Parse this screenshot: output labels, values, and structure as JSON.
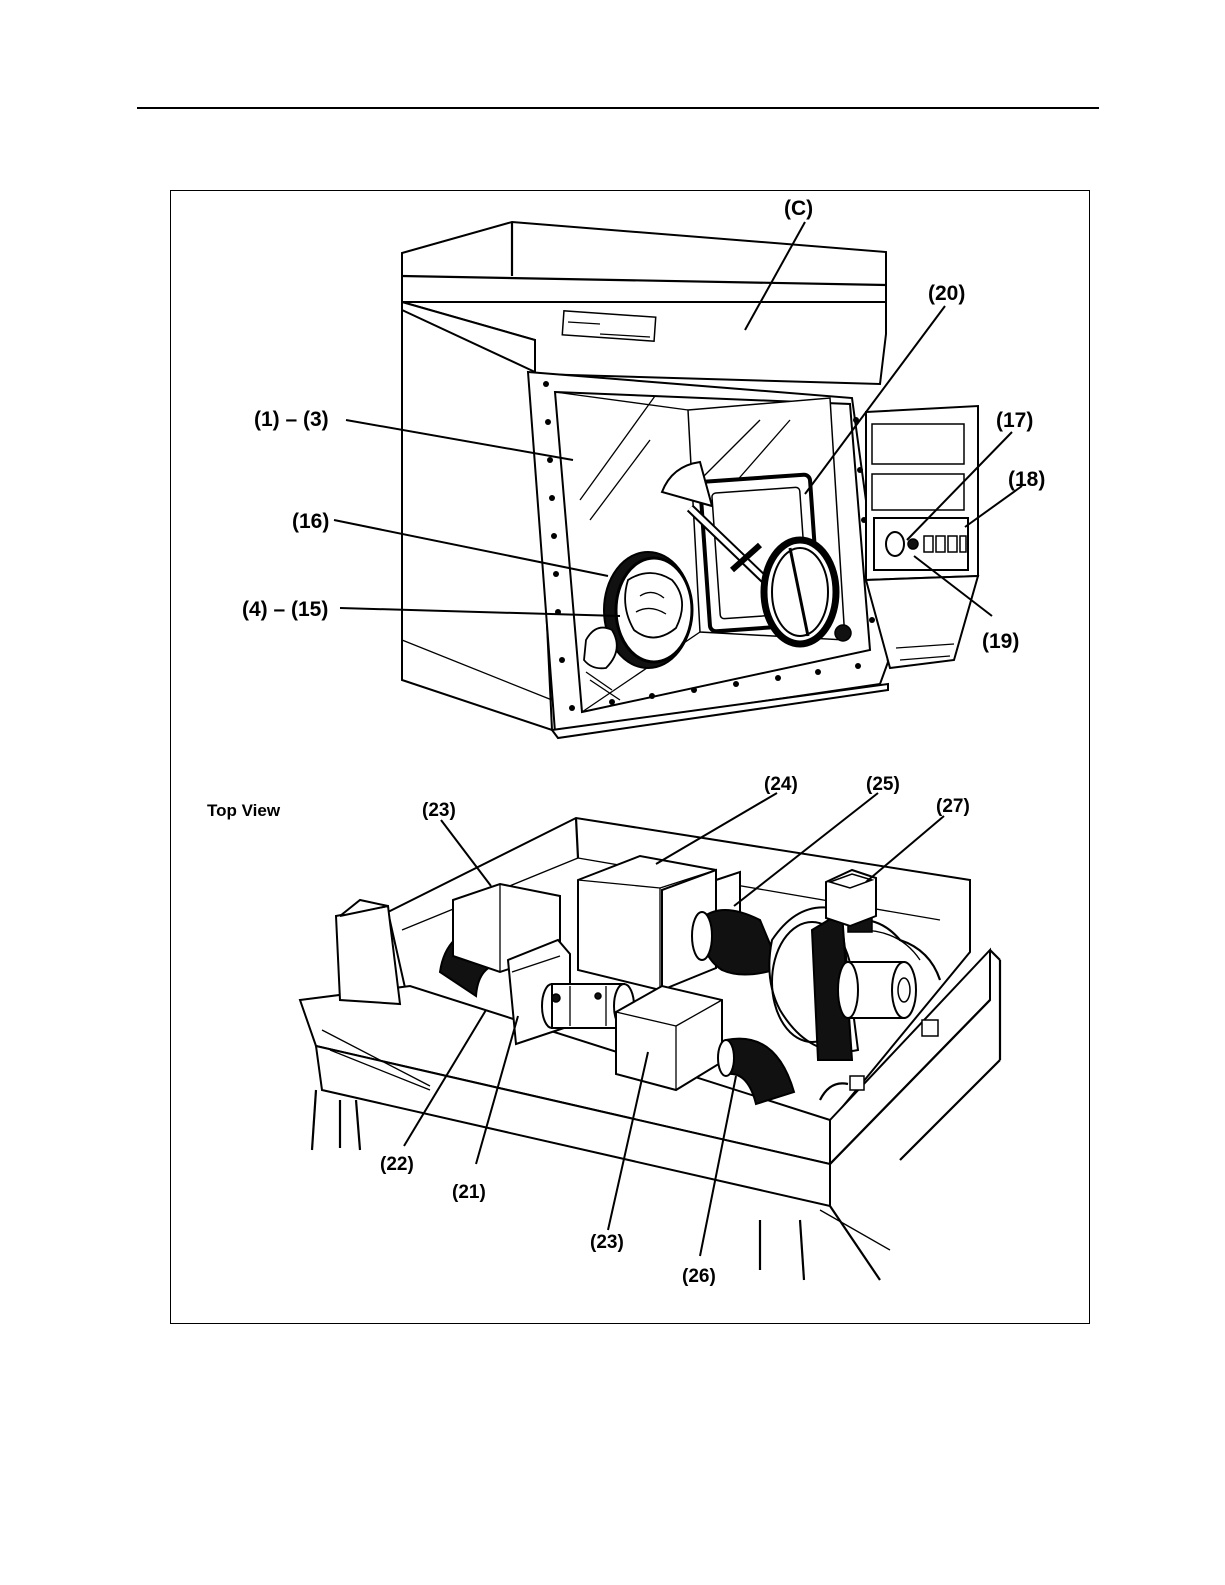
{
  "figure": {
    "view_label": "Top View",
    "upper_callouts": {
      "c": "(C)",
      "c20": "(20)",
      "c1_3": "(1) – (3)",
      "c17": "(17)",
      "c18": "(18)",
      "c16": "(16)",
      "c4_15": "(4) – (15)",
      "c19": "(19)"
    },
    "lower_callouts": {
      "c24": "(24)",
      "c25": "(25)",
      "c27": "(27)",
      "c23a": "(23)",
      "c22": "(22)",
      "c21": "(21)",
      "c23b": "(23)",
      "c26": "(26)"
    }
  }
}
